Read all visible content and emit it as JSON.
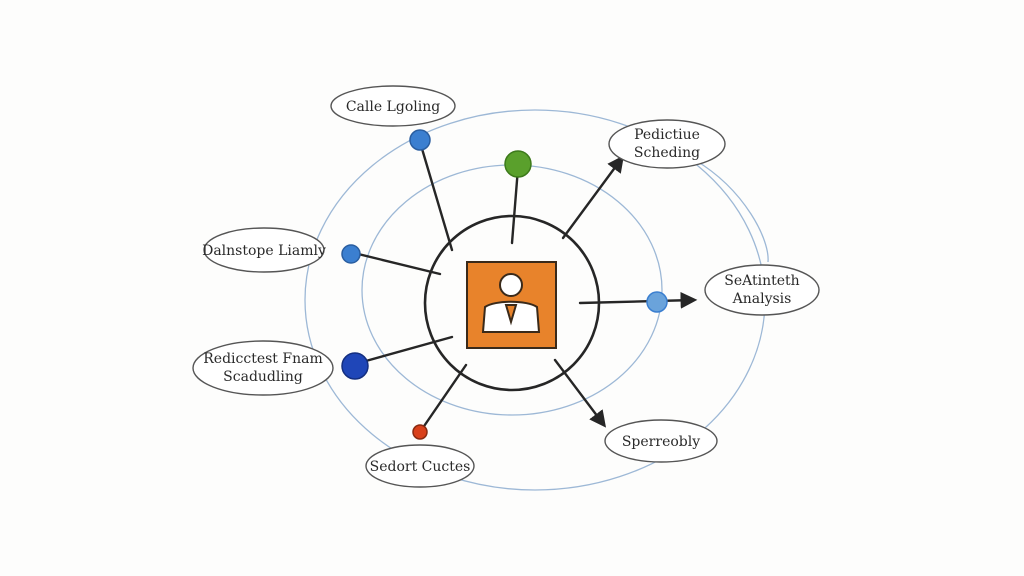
{
  "diagram": {
    "center_icon": "person-bust-icon",
    "colors": {
      "center_fill": "#e8832b",
      "ink": "#262626",
      "ring": "#9db8d6",
      "node_blue": "#3b7fd0",
      "node_dark_blue": "#1f46b8",
      "node_green": "#5aa02c",
      "node_red": "#d9401a"
    },
    "labels": {
      "call_logging": "Calle Lgoling",
      "predictive_scheduling": [
        "Pedictiue",
        "Scheding"
      ],
      "dashboard": "Dalnstope Liamly",
      "sentiment_analysis": [
        "SeAtinteth",
        "Analysis"
      ],
      "predictive_team_scheduling": [
        "Redicctest Fnam",
        "Scadudling"
      ],
      "smart_routes": "Sedort Cuctes",
      "serviceability": "Sperreobly"
    }
  }
}
